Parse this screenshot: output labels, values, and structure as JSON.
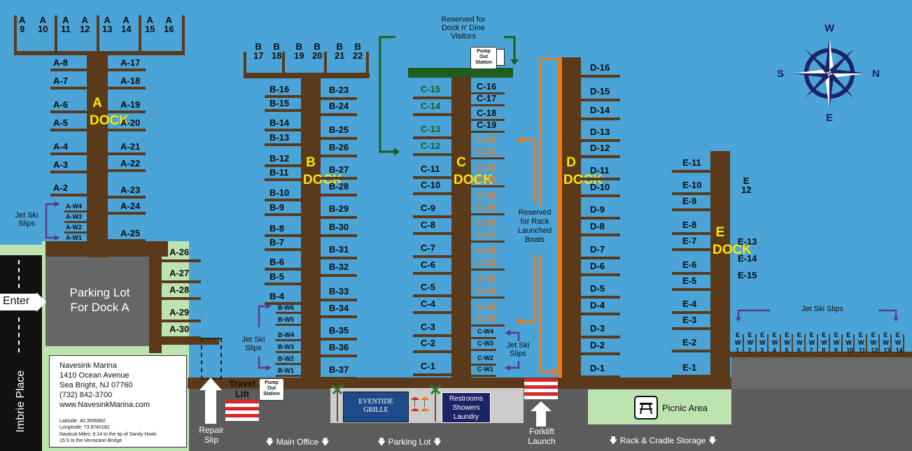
{
  "a_dock": {
    "top_slips": [
      "A\n9",
      "A\n10",
      "A\n11",
      "A\n12",
      "A\n13",
      "A\n14",
      "A\n15",
      "A\n16"
    ],
    "left": [
      "A-8",
      "A-7",
      "A-6",
      "A-5",
      "A-4",
      "A-3",
      "A-2"
    ],
    "right": [
      "A-17",
      "A-18",
      "A-19",
      "A-20",
      "A-21",
      "A-22",
      "A-23",
      "A-24",
      "A-25"
    ],
    "jet": [
      "A-W4",
      "A-W3",
      "A-W2",
      "A-W1"
    ],
    "lower": [
      "A-26",
      "A-27",
      "A-28",
      "A-29",
      "A-30"
    ],
    "name": "A\nDOCK"
  },
  "b_dock": {
    "top_slips": [
      "B\n17",
      "B\n18",
      "B\n19",
      "B\n20",
      "B\n21",
      "B\n22"
    ],
    "left": [
      "B-16",
      "B-15",
      "B-14",
      "B-13",
      "B-12",
      "B-11",
      "B-10",
      "B-9",
      "B-8",
      "B-7",
      "B-6",
      "B-5",
      "B-4"
    ],
    "right": [
      "B-23",
      "B-24",
      "B-25",
      "B-26",
      "B-27",
      "B-28",
      "B-29",
      "B-30",
      "B-31",
      "B-32",
      "B-33",
      "B-34",
      "B-35",
      "B-36",
      "B-37"
    ],
    "jet": [
      "B-W6",
      "B-W5",
      "B-W4",
      "B-W3",
      "B-W2",
      "B-W1"
    ],
    "name": "B\nDOCK"
  },
  "c_dock": {
    "left_green": [
      "C-15",
      "C-14",
      "C-13",
      "C-12"
    ],
    "left": [
      "C-11",
      "C-10",
      "C-9",
      "C-8",
      "C-7",
      "C-6",
      "C-5",
      "C-4",
      "C-3",
      "C-2",
      "C-1"
    ],
    "right": [
      "C-16",
      "C-17",
      "C-18",
      "C-19"
    ],
    "right_orange": [
      "C-20",
      "C-21",
      "C-22",
      "C-23",
      "C-24",
      "C-25",
      "C-26",
      "C-27",
      "C-28",
      "C-29",
      "C-30",
      "C-31",
      "C-32",
      "C-33"
    ],
    "jet": [
      "C-W4",
      "C-W3",
      "C-W2",
      "C-W1"
    ],
    "name": "C\nDOCK"
  },
  "d_dock": {
    "right": [
      "D-16",
      "D-15",
      "D-14",
      "D-13",
      "D-12",
      "D-11",
      "D-10",
      "D-9",
      "D-8",
      "D-7",
      "D-6",
      "D-5",
      "D-4",
      "D-3",
      "D-2",
      "D-1"
    ],
    "name": "D\nDOCK"
  },
  "e_dock": {
    "left": [
      "E-11",
      "E-10",
      "E-9",
      "E-8",
      "E-7",
      "E-6",
      "E-5",
      "E-4",
      "E-3",
      "E-2",
      "E-1"
    ],
    "e12": "E\n12",
    "right": [
      "E-13",
      "E-14",
      "E-15"
    ],
    "jet_top": [
      "E",
      "E",
      "E",
      "E",
      "E",
      "E",
      "E",
      "E",
      "E",
      "E",
      "E",
      "E",
      "E",
      "E"
    ],
    "jet_mid": [
      "W",
      "W",
      "W",
      "W",
      "W",
      "W",
      "W",
      "W",
      "W",
      "W",
      "W",
      "W",
      "W",
      "W"
    ],
    "jet_num": [
      "1",
      "2",
      "3",
      "4",
      "5",
      "6",
      "7",
      "8",
      "9",
      "10",
      "11",
      "12",
      "13",
      "14"
    ],
    "name": "E\nDOCK"
  },
  "labels": {
    "reserved_dine": "Reserved for\nDock n' Dine\nVisitors",
    "pump_out_top": "Pump\nOut\nStation",
    "pump_out_bottom": "Pump\nOut\nStation",
    "reserved_rack": "Reserved\nfor Rack\nLaunched\nBoats",
    "jet_ski_a": "Jet Ski\nSlips",
    "jet_ski_b": "Jet Ski\nSlips",
    "jet_ski_c": "Jet Ski\nSlips",
    "jet_ski_e": "Jet Ski Slips",
    "parking_dock_a": "Parking Lot\nFor Dock A",
    "enter": "Enter",
    "street": "Imbrie Place",
    "travel_lift": "Travel\nLift",
    "repair_slip": "Repair\nSlip",
    "main_office": "Main Office",
    "parking_lot": "Parking Lot",
    "forklift": "Forklift\nLaunch",
    "rack_storage": "Rack & Cradle Storage",
    "picnic": "Picnic Area",
    "restrooms": "Restrooms\nShowers\nLaundry",
    "restaurant": "EVENTIDE\nGRILLE"
  },
  "compass": {
    "w": "W",
    "e": "E",
    "s": "S",
    "n": "N"
  },
  "contact": {
    "name": "Navesink Marina",
    "address1": "1410 Ocean Avenue",
    "address2": "Sea Bright, NJ 07760",
    "phone": "(732) 842-3700",
    "web": "www.NavesinkMarina.com",
    "lat": "Latitude: 40.3506882",
    "lon": "Longitude: 73.9740182",
    "nautical": "Nautical Miles: 8.14 to the tip of Sandy Hook;\n15.5 to the Verrazano Bridge"
  },
  "colors": {
    "water": "#4ba4d8",
    "dock": "#5a3a1a",
    "land": "#5c5c5c",
    "grass": "#bde3b0",
    "yellow": "#ffe600",
    "orange": "#f07a1a",
    "green": "#1b5e20",
    "purple": "#5a3a8c",
    "navy": "#1a2466"
  }
}
